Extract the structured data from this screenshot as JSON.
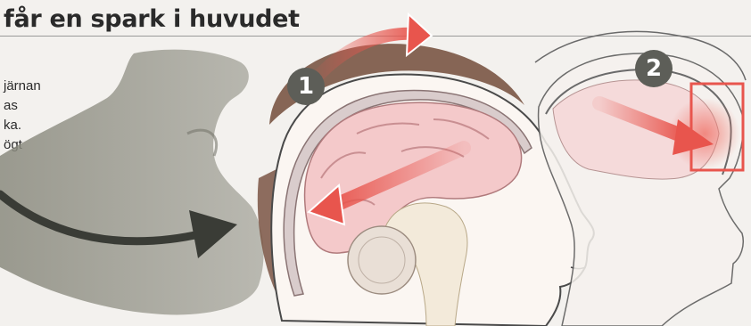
{
  "title": "får en spark i huvudet",
  "body_lines": [
    "järnan",
    "as",
    "ka.",
    "ögt"
  ],
  "steps": [
    {
      "label": "1"
    },
    {
      "label": "2"
    }
  ],
  "colors": {
    "arrow_red": "#e8554d",
    "brain_pink": "#f4c9ca",
    "skull": "#d9cccc",
    "hair": "#7a5544",
    "leg": "#8a8a7e",
    "badge": "#5d5e58",
    "highlight_box": "#e8554d"
  }
}
